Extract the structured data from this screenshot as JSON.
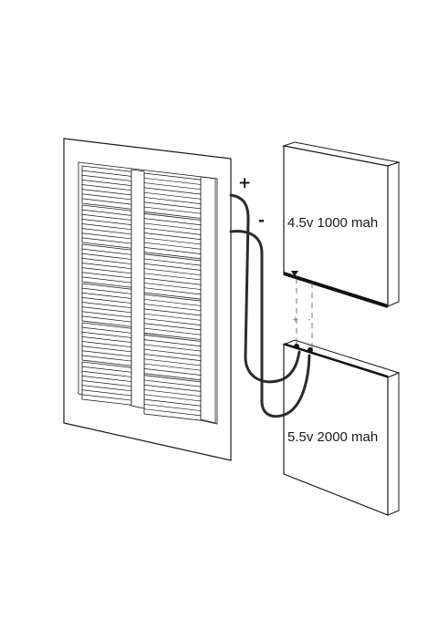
{
  "solar_panel": {
    "columns": 2,
    "cell_groups_per_column": 6,
    "strips_per_group": 8
  },
  "wires": {
    "positive_sign": "+",
    "negative_sign": "-",
    "color": "#2b2b2b"
  },
  "batteries": {
    "top": {
      "label": "4.5v  1000 mah"
    },
    "bottom": {
      "label": "5.5v  2000 mah"
    }
  },
  "connector_marks": [
    "+",
    "-"
  ],
  "colors": {
    "line": "#1a1a1a",
    "fill": "#ffffff",
    "edge": "#111111"
  }
}
